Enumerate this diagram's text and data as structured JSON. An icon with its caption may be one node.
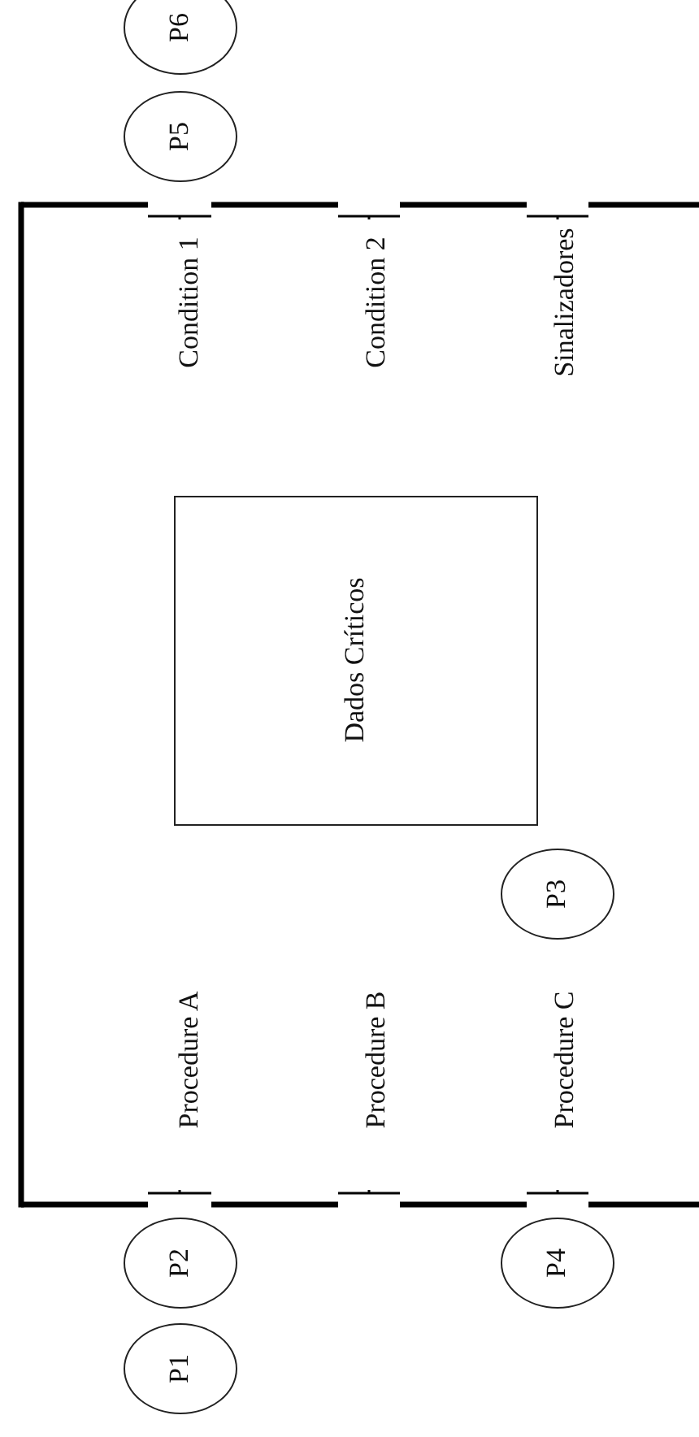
{
  "diagram": {
    "nodes": [
      {
        "text": [
          "P6"
        ]
      },
      {
        "text": [
          "P5"
        ]
      },
      {
        "text": [
          "Condition 1"
        ]
      },
      {
        "text": [
          "Condition 2"
        ]
      },
      {
        "text": [
          "Sinalizadores"
        ]
      },
      {
        "text": [
          "Dados Críticos"
        ]
      },
      {
        "text": [
          "P3"
        ]
      },
      {
        "text": [
          "Procedure A"
        ]
      },
      {
        "text": [
          "Procedure B"
        ]
      },
      {
        "text": [
          "Procedure C"
        ]
      },
      {
        "text": [
          "P2"
        ]
      },
      {
        "text": [
          "P4"
        ]
      },
      {
        "text": [
          "P1"
        ]
      }
    ]
  }
}
